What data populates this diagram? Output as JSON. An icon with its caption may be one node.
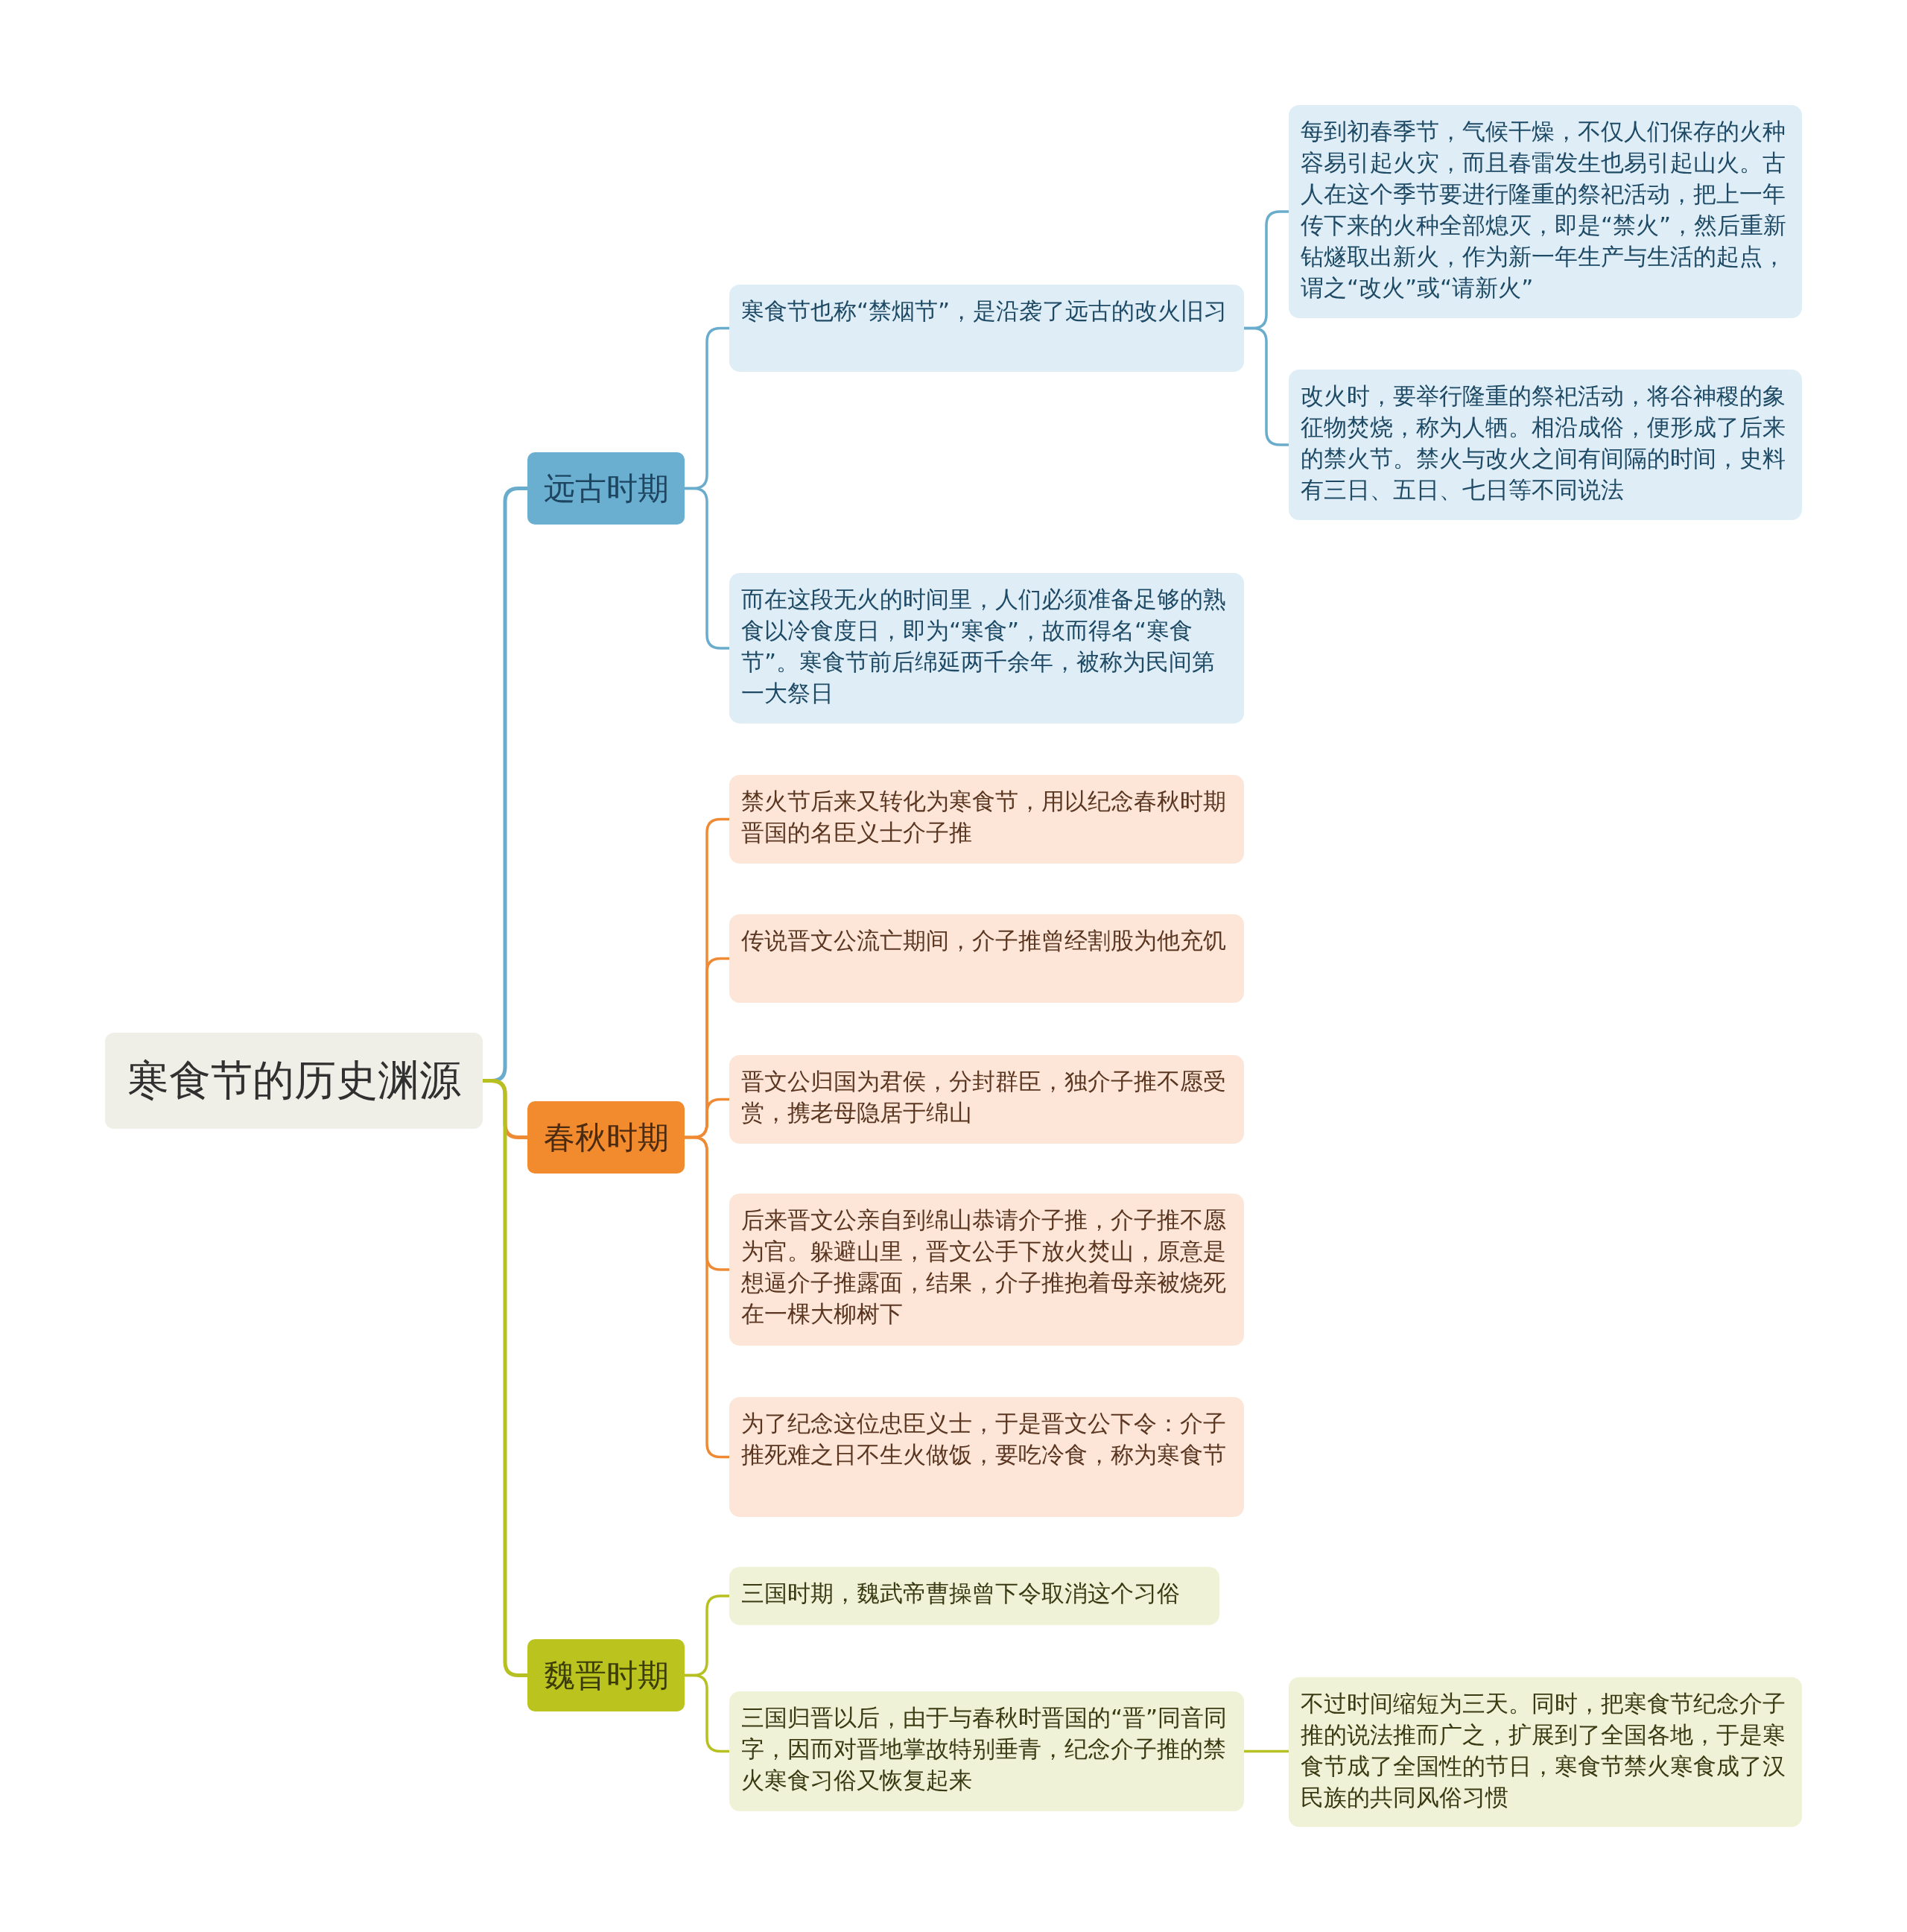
{
  "diagram": {
    "nodes": [
      {
        "text": [
          "寒食节的历史渊源"
        ]
      },
      {
        "text": [
          "远古时期"
        ]
      },
      {
        "text": [
          "春秋时期"
        ]
      },
      {
        "text": [
          "魏晋时期"
        ]
      },
      {
        "text": [
          "寒食节也称“禁烟节”，是沿袭了远古的改火旧习"
        ]
      },
      {
        "text": [
          "每到初春季节，气候干燥，不仅人们保存的火种容易引起火灾，而且春雷发生也易引起山火。古人在这个季节要进行隆重的祭祀活动，把上一年传下来的火种全部熄灭，即是“禁火”，然后重新钻燧取出新火，作为新一年生产与生活的起点，谓之“改火”或“请新火”"
        ]
      },
      {
        "text": [
          "改火时，要举行隆重的祭祀活动，将谷神稷的象征物焚烧，称为人牺。相沿成俗，便形成了后来的禁火节。禁火与改火之间有间隔的时间，史料有三日、五日、七日等不同说法"
        ]
      },
      {
        "text": [
          "而在这段无火的时间里，人们必须准备足够的熟食以冷食度日，即为“寒食”，故而得名“寒食节”。寒食节前后绵延两千余年，被称为民间第一大祭日"
        ]
      },
      {
        "text": [
          "禁火节后来又转化为寒食节，用以纪念春秋时期晋国的名臣义士介子推"
        ]
      },
      {
        "text": [
          "传说晋文公流亡期间，介子推曾经割股为他充饥"
        ]
      },
      {
        "text": [
          "晋文公归国为君侯，分封群臣，独介子推不愿受赏，携老母隐居于绵山"
        ]
      },
      {
        "text": [
          "后来晋文公亲自到绵山恭请介子推，介子推不愿为官。躲避山里，晋文公手下放火焚山，原意是想逼介子推露面，结果，介子推抱着母亲被烧死在一棵大柳树下"
        ]
      },
      {
        "text": [
          "为了纪念这位忠臣义士，于是晋文公下令：介子推死难之日不生火做饭，要吃冷食，称为寒食节"
        ]
      },
      {
        "text": [
          "三国时期，魏武帝曹操曾下令取消这个习俗"
        ]
      },
      {
        "text": [
          "三国归晋以后，由于与春秋时晋国的“晋”同音同字，因而对晋地掌故特别垂青，纪念介子推的禁火寒食习俗又恢复起来"
        ]
      },
      {
        "text": [
          "不过时间缩短为三天。同时，把寒食节纪念介子推的说法推而广之，扩展到了全国各地，于是寒食节成了全国性的节日，寒食节禁火寒食成了汉民族的共同风俗习惯"
        ]
      }
    ],
    "edges": [
      {
        "from": 0,
        "to": 1,
        "arrow": "none",
        "color": "#6aaccc"
      },
      {
        "from": 0,
        "to": 2,
        "arrow": "none",
        "color": "#ef8a34"
      },
      {
        "from": 0,
        "to": 3,
        "arrow": "none",
        "color": "#b6c021"
      },
      {
        "from": 1,
        "to": 4,
        "arrow": "none",
        "color": "#6aaccc"
      },
      {
        "from": 4,
        "to": 5,
        "arrow": "none",
        "color": "#6aaccc"
      },
      {
        "from": 4,
        "to": 6,
        "arrow": "none",
        "color": "#6aaccc"
      },
      {
        "from": 1,
        "to": 7,
        "arrow": "none",
        "color": "#6aaccc"
      },
      {
        "from": 2,
        "to": 8,
        "arrow": "none",
        "color": "#ef8a34"
      },
      {
        "from": 2,
        "to": 9,
        "arrow": "none",
        "color": "#ef8a34"
      },
      {
        "from": 2,
        "to": 10,
        "arrow": "none",
        "color": "#ef8a34"
      },
      {
        "from": 2,
        "to": 11,
        "arrow": "none",
        "color": "#ef8a34"
      },
      {
        "from": 2,
        "to": 12,
        "arrow": "none",
        "color": "#ef8a34"
      },
      {
        "from": 3,
        "to": 13,
        "arrow": "none",
        "color": "#b6c021"
      },
      {
        "from": 3,
        "to": 14,
        "arrow": "none",
        "color": "#b6c021"
      },
      {
        "from": 14,
        "to": 15,
        "arrow": "none",
        "color": "#b6c021"
      }
    ]
  }
}
